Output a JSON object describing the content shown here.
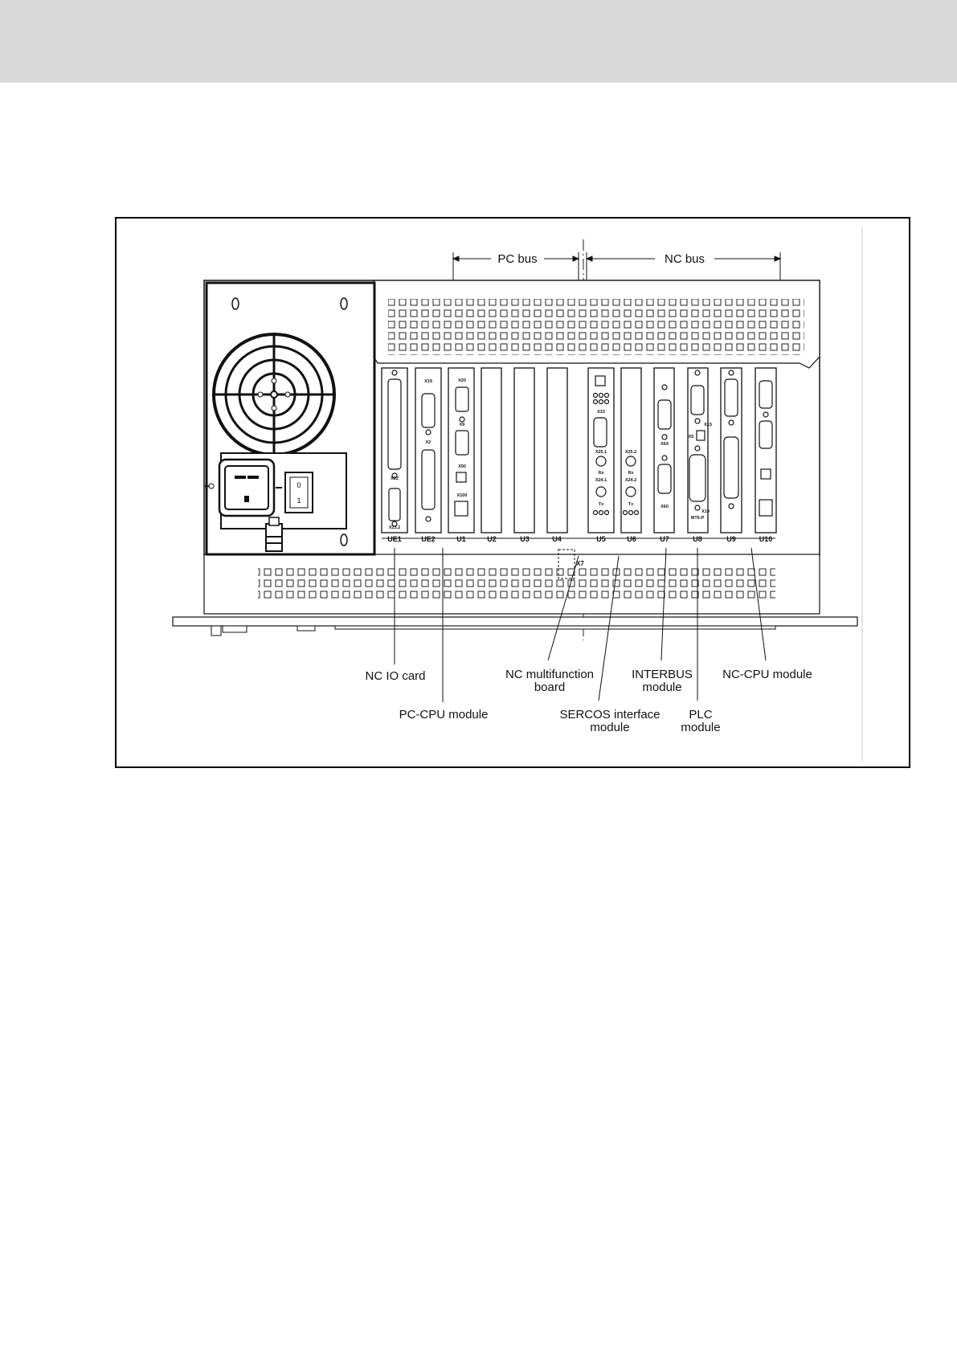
{
  "bus": {
    "pc_label": "PC bus",
    "nc_label": "NC bus"
  },
  "slots": [
    "UE1",
    "UE2",
    "U1",
    "U2",
    "U3",
    "U4",
    "U5",
    "U6",
    "U7",
    "U8",
    "U9",
    "U10"
  ],
  "connectors": {
    "x22": "X22",
    "x23_2": "X23.2",
    "x19": "X19",
    "x2": "X2",
    "x20": "X20",
    "x9": "X9",
    "x90": "X90",
    "x100": "X100",
    "x33": "X33",
    "x25_1": "X25.1",
    "x24_1": "X24.1",
    "x25_2": "X25.2",
    "x24_2": "X24.2",
    "rx": "Rx",
    "tx": "Tx",
    "x64": "X64",
    "x60": "X60",
    "x15": "X15",
    "x5": "X5",
    "x10": "X10",
    "mt6p": "MT6-P",
    "x7": "X7"
  },
  "switch": {
    "top": "0",
    "bottom": "1"
  },
  "callouts": {
    "nc_io_card": "NC IO card",
    "pc_cpu": "PC-CPU module",
    "nc_multifunction_1": "NC multifunction",
    "nc_multifunction_2": "board",
    "sercos_1": "SERCOS interface",
    "sercos_2": "module",
    "interbus_1": "INTERBUS",
    "interbus_2": "module",
    "plc_1": "PLC",
    "plc_2": "module",
    "nc_cpu": "NC-CPU module"
  }
}
